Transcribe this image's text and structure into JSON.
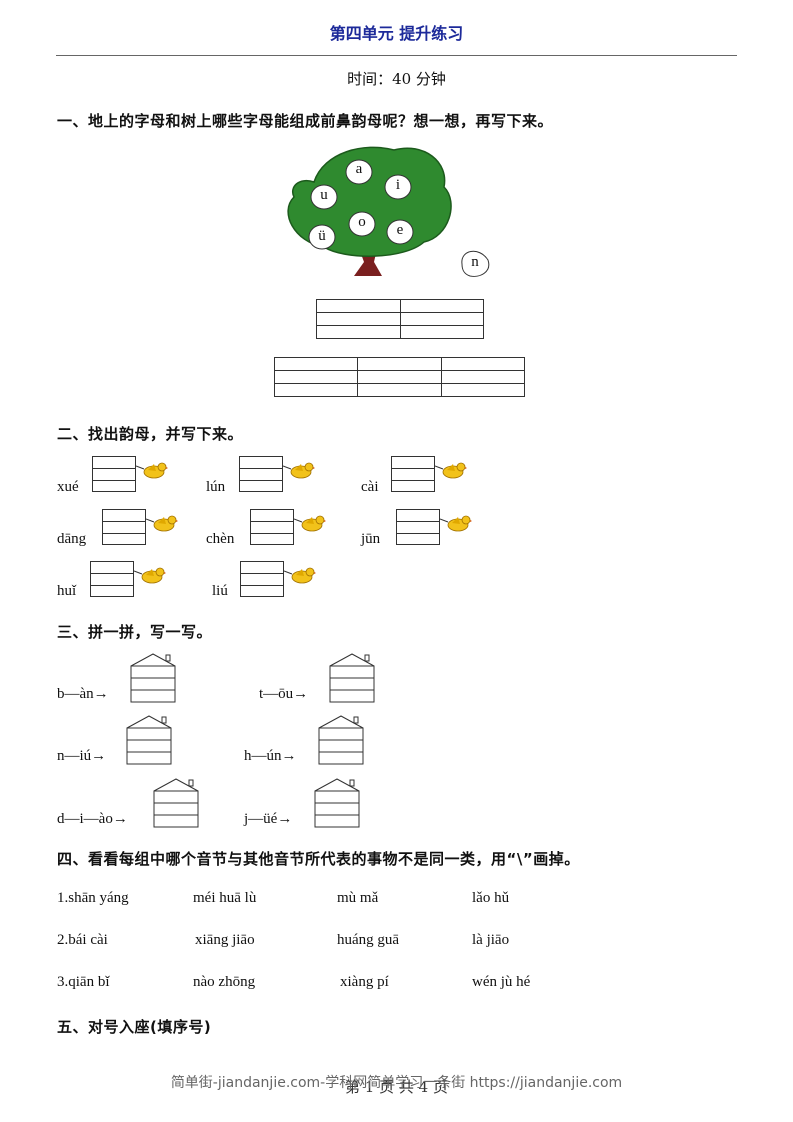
{
  "header": {
    "title": "第四单元 提升练习",
    "time": "时间：40 分钟"
  },
  "q1": {
    "title": "一、地上的字母和树上哪些字母能组成前鼻韵母呢？想一想，再写下来。",
    "tree_letters": [
      "a",
      "i",
      "u",
      "ü",
      "o",
      "e"
    ],
    "ground_letter": "n"
  },
  "q2": {
    "title": "二、找出韵母，并写下来。",
    "items": [
      "xué",
      "lún",
      "cài",
      "dāng",
      "chèn",
      "jūn",
      "huǐ",
      "liú"
    ]
  },
  "q3": {
    "title": "三、拼一拼，写一写。",
    "items": [
      "b—àn→",
      "t—ōu→",
      "n—iú→",
      "h—ún→",
      "d—i—ào→",
      "j—üé→"
    ]
  },
  "q4": {
    "title": "四、看看每组中哪个音节与其他音节所代表的事物不是同一类，用“\\”画掉。",
    "rows": [
      [
        "1.shān yáng",
        "méi huā lù",
        "mù mǎ",
        "lǎo hǔ"
      ],
      [
        "2.bái cài",
        "xiāng jiāo",
        "huáng guā",
        "là jiāo"
      ],
      [
        "3.qiān bǐ",
        "nào zhōng",
        "xiàng pí",
        "wén jù hé"
      ]
    ]
  },
  "q5": {
    "title": "五、对号入座(填序号)"
  },
  "footer": {
    "watermark": "简单街-jiandanjie.com-学科网简单学习一条街 https://jiandanjie.com",
    "page": "第 1 页 共 4 页"
  },
  "colors": {
    "title_blue": "#1d2a9a",
    "tree_green": "#2f8a2f",
    "trunk": "#7a1f1f",
    "bird": "#f2c21a"
  }
}
